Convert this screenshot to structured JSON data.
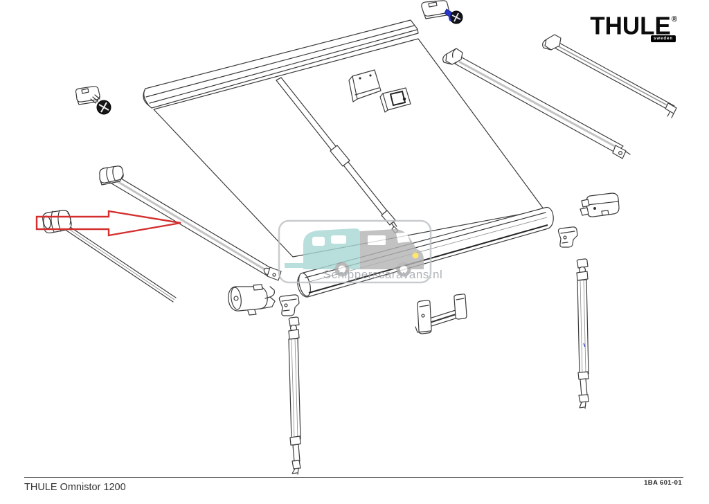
{
  "brand": {
    "name": "THULE",
    "registered_mark": "®",
    "badge": "sweden"
  },
  "footer": {
    "model": "THULE Omnistor 1200",
    "drawing_number": "1BA 601-01"
  },
  "watermark": {
    "text": "Schipperscaravans.nl"
  },
  "callout": {
    "shape": "long-right-arrow-outline",
    "color": "#d32f2f"
  },
  "colors": {
    "line_art": "#3b3b3b",
    "accent_red": "#d32f2f",
    "watermark_teal": "#a8d8d5",
    "watermark_grey": "#b4b4b4",
    "indicator_yellow": "#ffe14d",
    "screw_blue": "#2737c9",
    "background": "#ffffff"
  }
}
